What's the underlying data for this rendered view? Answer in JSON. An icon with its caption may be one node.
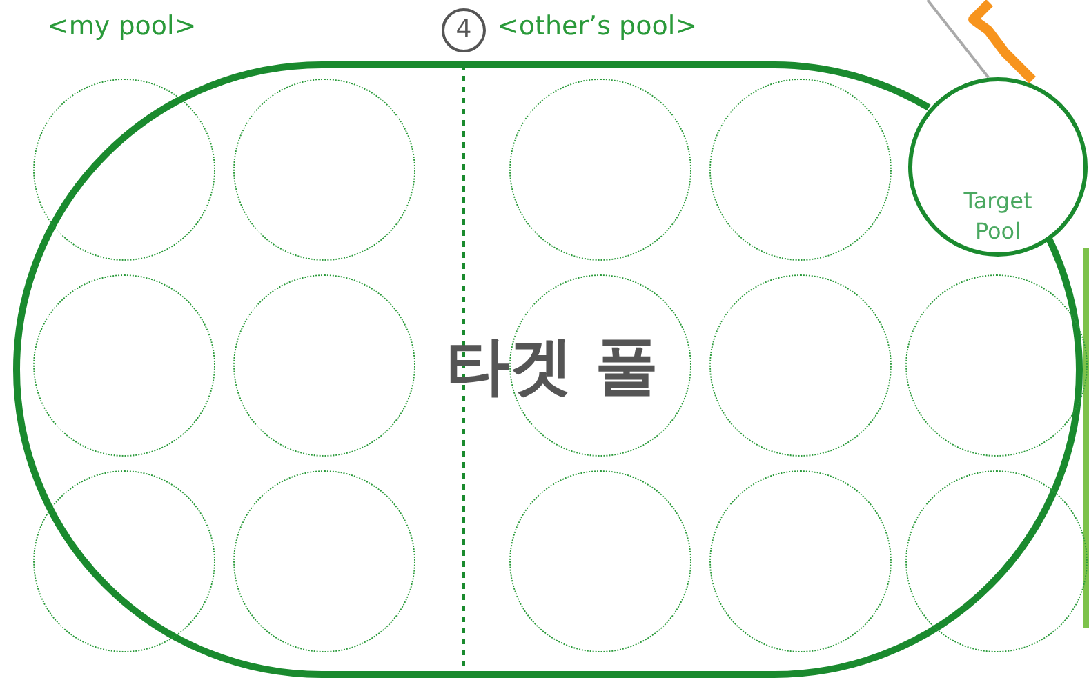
{
  "diagram": {
    "nodes": [
      {
        "text": [],
        "shape": "circle"
      },
      {
        "text": [],
        "shape": "circle"
      },
      {
        "text": [],
        "shape": "circle"
      },
      {
        "text": [],
        "shape": "circle"
      },
      {
        "text": [
          "Target Pool"
        ]
      },
      {
        "text": [],
        "shape": "circle"
      },
      {
        "text": [],
        "shape": "circle"
      },
      {
        "text": [],
        "shape": "circle"
      },
      {
        "text": [],
        "shape": "circle"
      },
      {
        "text": [],
        "shape": "circle"
      },
      {
        "text": [],
        "shape": "circle"
      },
      {
        "text": [],
        "shape": "circle"
      },
      {
        "text": [],
        "shape": "circle"
      },
      {
        "text": [],
        "shape": "circle"
      },
      {
        "text": [],
        "shape": "circle"
      }
    ],
    "labels": [
      "<my pool>",
      "4",
      "<other’s pool>",
      "타겟 풀"
    ]
  }
}
